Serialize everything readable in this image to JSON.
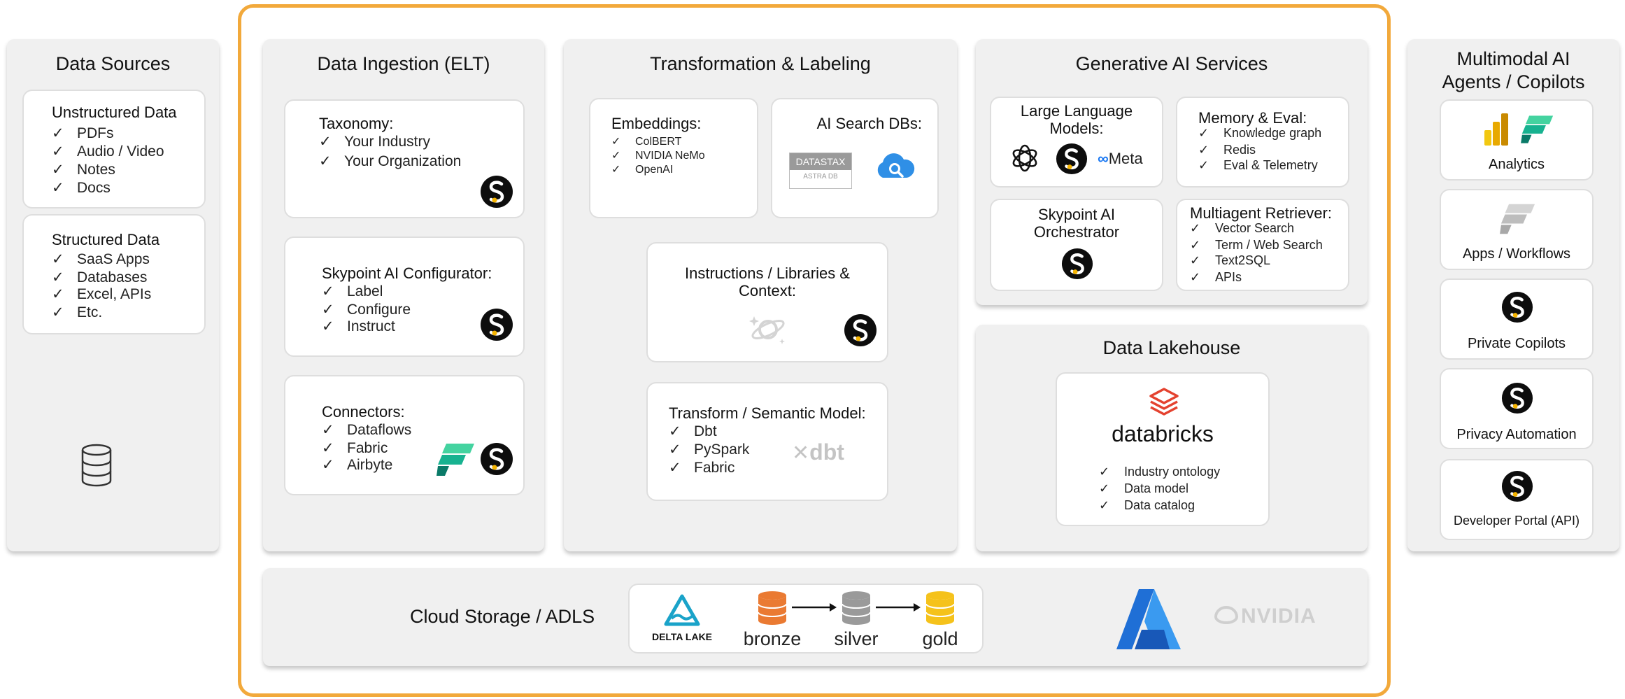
{
  "data_sources": {
    "title": "Data Sources",
    "unstructured": {
      "title": "Unstructured Data",
      "items": [
        "PDFs",
        "Audio / Video",
        "Notes",
        "Docs"
      ]
    },
    "structured": {
      "title": "Structured Data",
      "items": [
        "SaaS Apps",
        "Databases",
        "Excel, APIs",
        "Etc."
      ]
    },
    "icon": "database-icon"
  },
  "ingestion": {
    "title": "Data Ingestion (ELT)",
    "taxonomy": {
      "title": "Taxonomy:",
      "items": [
        "Your Industry",
        "Your Organization"
      ]
    },
    "configurator": {
      "title": "Skypoint AI Configurator:",
      "items": [
        "Label",
        "Configure",
        "Instruct"
      ]
    },
    "connectors": {
      "title": "Connectors:",
      "items": [
        "Dataflows",
        "Fabric",
        "Airbyte"
      ]
    }
  },
  "transformation": {
    "title": "Transformation & Labeling",
    "embeddings": {
      "title": "Embeddings:",
      "items": [
        "ColBERT",
        "NVIDIA NeMo",
        "OpenAI"
      ]
    },
    "search_dbs": {
      "title": "AI Search DBs:",
      "datastax": "DATASTAX",
      "astra": "ASTRA DB"
    },
    "instructions": {
      "title": "Instructions / Libraries & Context:"
    },
    "semantic": {
      "title": "Transform / Semantic Model:",
      "items": [
        "Dbt",
        "PySpark",
        "Fabric"
      ],
      "dbt": "dbt"
    }
  },
  "genai": {
    "title": "Generative AI Services",
    "llm": {
      "title": "Large Language Models:",
      "meta": "Meta"
    },
    "memory": {
      "title": "Memory & Eval:",
      "items": [
        "Knowledge graph",
        "Redis",
        "Eval & Telemetry"
      ]
    },
    "orchestrator": {
      "title": "Skypoint AI Orchestrator"
    },
    "retriever": {
      "title": "Multiagent Retriever:",
      "items": [
        "Vector Search",
        "Term / Web Search",
        "Text2SQL",
        "APIs"
      ]
    }
  },
  "lakehouse": {
    "title": "Data Lakehouse",
    "brand": "databricks",
    "items": [
      "Industry ontology",
      "Data model",
      "Data catalog"
    ]
  },
  "agents": {
    "title": "Multimodal AI Agents / Copilots",
    "items": [
      "Analytics",
      "Apps / Workflows",
      "Private Copilots",
      "Privacy Automation",
      "Developer Portal (API)"
    ]
  },
  "storage": {
    "title": "Cloud Storage / ADLS",
    "delta_lake": "DELTA LAKE",
    "tiers": [
      "bronze",
      "silver",
      "gold"
    ],
    "nvidia": "NVIDIA"
  },
  "colors": {
    "frame": "#f2a93b",
    "bronze": "#ea7a32",
    "silver": "#9a9a9a",
    "gold": "#f5c21b",
    "azure": "#1f6fd6",
    "delta": "#1aa3c9",
    "databricks": "#e4422f",
    "fabric": "#17b290"
  },
  "tick": "✓"
}
